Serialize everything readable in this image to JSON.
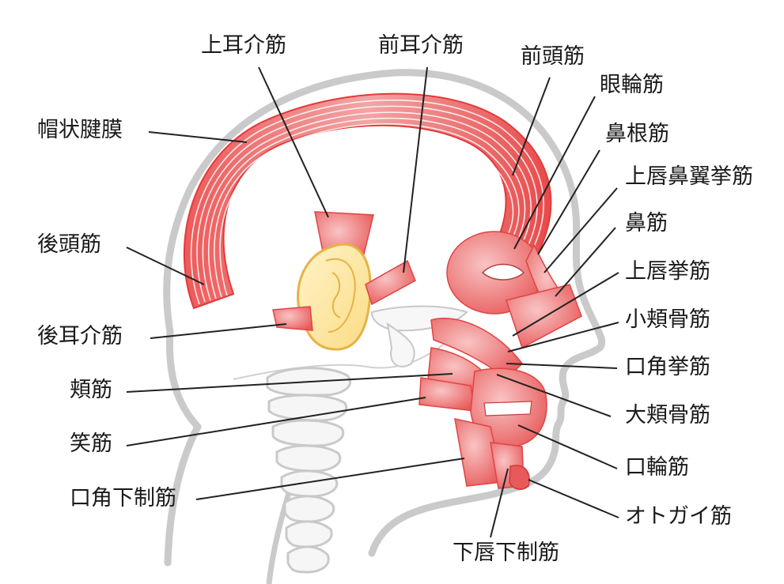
{
  "labels": {
    "galea": "帽状腱膜",
    "occipitalis": "後頭筋",
    "auricularis_posterior": "後耳介筋",
    "buccinator": "頬筋",
    "risorius": "笑筋",
    "depressor_anguli_oris": "口角下制筋",
    "auricularis_superior": "上耳介筋",
    "auricularis_anterior": "前耳介筋",
    "frontalis": "前頭筋",
    "orbicularis_oculi": "眼輪筋",
    "procerus": "鼻根筋",
    "levator_labii_alaeque": "上唇鼻翼挙筋",
    "nasalis": "鼻筋",
    "levator_labii": "上唇挙筋",
    "zygomaticus_minor": "小頬骨筋",
    "levator_anguli_oris": "口角挙筋",
    "zygomaticus_major": "大頬骨筋",
    "orbicularis_oris": "口輪筋",
    "mentalis": "オトガイ筋",
    "depressor_labii_inferioris": "下唇下制筋"
  },
  "colors": {
    "muscle_light": "#f6b3b3",
    "muscle_mid": "#ee6f6f",
    "muscle_dark": "#e33a3a",
    "ear_fill": "#fde9a6",
    "ear_stroke": "#e7b244",
    "outline": "#c8c8c8",
    "bone": "#f4f4f4",
    "leader": "#222222"
  }
}
